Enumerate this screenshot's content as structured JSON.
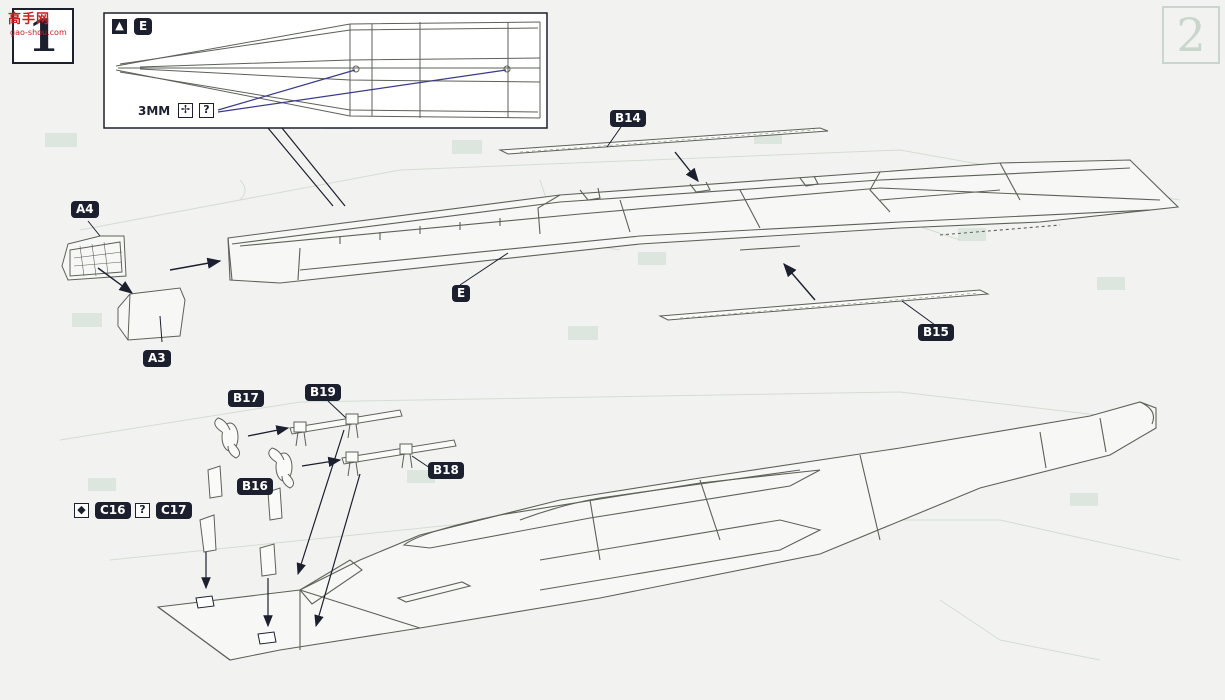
{
  "step": {
    "number": "1",
    "ghost_number": "2"
  },
  "watermark": {
    "site_name": "高手网",
    "site_url": "gao-shou.com"
  },
  "callout": {
    "caution_icon": "warning-triangle-icon",
    "part_label": "E",
    "drill_size": "3MM",
    "drill_icon": "drill-hole-icon",
    "question_icon": "?"
  },
  "labels": {
    "a4": "A4",
    "a3": "A3",
    "e": "E",
    "b14": "B14",
    "b15": "B15",
    "b17": "B17",
    "b19": "B19",
    "b16": "B16",
    "b18": "B18",
    "c16": "C16",
    "c17": "C17"
  },
  "symbols": {
    "choose_icon": "choice-diamond-icon",
    "question": "?"
  },
  "colors": {
    "ink": "#1c1f2e",
    "line": "#5d6158",
    "ghost": "#c9d6cb",
    "paper": "#f2f3f0",
    "accent_line": "#3b3a8a"
  }
}
